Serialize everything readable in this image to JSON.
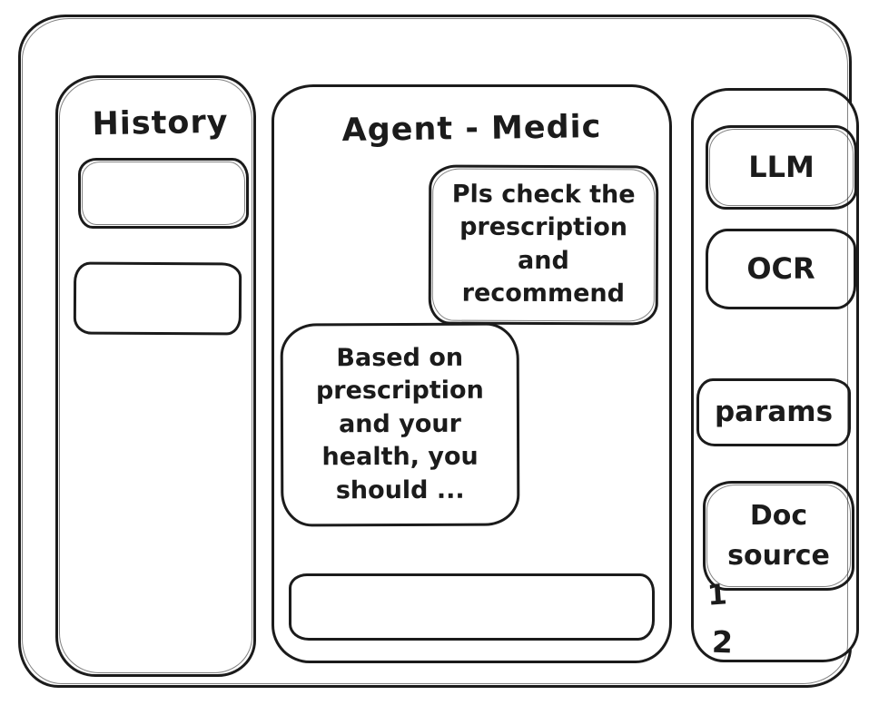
{
  "colors": {
    "stroke": "#1b1b1b",
    "background": "#ffffff"
  },
  "history": {
    "title": "History",
    "items": [
      {
        "label": ""
      },
      {
        "label": ""
      }
    ]
  },
  "chat": {
    "title": "Agent - Medic",
    "messages": [
      {
        "role": "user",
        "text": "Pls check the prescription and recommend"
      },
      {
        "role": "agent",
        "text": "Based on prescription and your health, you should ..."
      }
    ],
    "input": {
      "value": "",
      "placeholder": ""
    }
  },
  "tools": {
    "buttons": [
      {
        "id": "llm",
        "label": "LLM"
      },
      {
        "id": "ocr",
        "label": "OCR"
      },
      {
        "id": "params",
        "label": "params"
      },
      {
        "id": "doc-source",
        "label": "Doc source"
      }
    ],
    "doc_source_items": [
      "1",
      "2"
    ]
  }
}
